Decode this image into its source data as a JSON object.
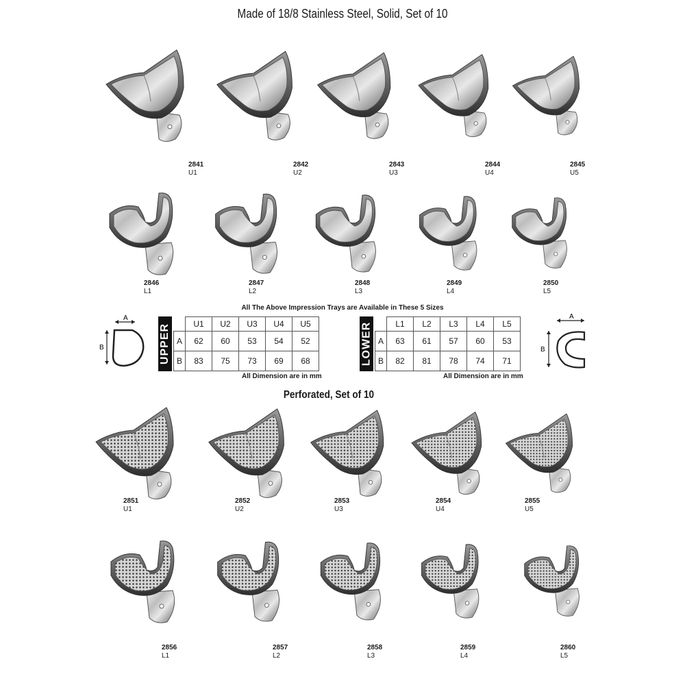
{
  "header": {
    "title": "Made of 18/8 Stainless Steel,    Solid, Set of 10"
  },
  "availability_note": "All The Above Impression Trays are Available in These 5 Sizes",
  "perforated_title": "Perforated, Set of 10",
  "solid_upper": [
    {
      "code": "2841",
      "size": "U1"
    },
    {
      "code": "2842",
      "size": "U2"
    },
    {
      "code": "2843",
      "size": "U3"
    },
    {
      "code": "2844",
      "size": "U4"
    },
    {
      "code": "2845",
      "size": "U5"
    }
  ],
  "solid_lower": [
    {
      "code": "2846",
      "size": "L1"
    },
    {
      "code": "2847",
      "size": "L2"
    },
    {
      "code": "2848",
      "size": "L3"
    },
    {
      "code": "2849",
      "size": "L4"
    },
    {
      "code": "2850",
      "size": "L5"
    }
  ],
  "perf_upper": [
    {
      "code": "2851",
      "size": "U1"
    },
    {
      "code": "2852",
      "size": "U2"
    },
    {
      "code": "2853",
      "size": "U3"
    },
    {
      "code": "2854",
      "size": "U4"
    },
    {
      "code": "2855",
      "size": "U5"
    }
  ],
  "perf_lower": [
    {
      "code": "2856",
      "size": "L1"
    },
    {
      "code": "2857",
      "size": "L2"
    },
    {
      "code": "2858",
      "size": "L3"
    },
    {
      "code": "2859",
      "size": "L4"
    },
    {
      "code": "2860",
      "size": "L5"
    }
  ],
  "upper_table": {
    "side_label": "UPPER",
    "headers": [
      "U1",
      "U2",
      "U3",
      "U4",
      "U5"
    ],
    "rows": [
      {
        "label": "A",
        "values": [
          "62",
          "60",
          "53",
          "54",
          "52"
        ]
      },
      {
        "label": "B",
        "values": [
          "83",
          "75",
          "73",
          "69",
          "68"
        ]
      }
    ],
    "note": "All Dimension are in mm"
  },
  "lower_table": {
    "side_label": "LOWER",
    "headers": [
      "L1",
      "L2",
      "L3",
      "L4",
      "L5"
    ],
    "rows": [
      {
        "label": "A",
        "values": [
          "63",
          "61",
          "57",
          "60",
          "53"
        ]
      },
      {
        "label": "B",
        "values": [
          "82",
          "81",
          "78",
          "74",
          "71"
        ]
      }
    ],
    "note": "All Dimension are in mm"
  },
  "diagram_labels": {
    "a": "A",
    "b": "B"
  }
}
